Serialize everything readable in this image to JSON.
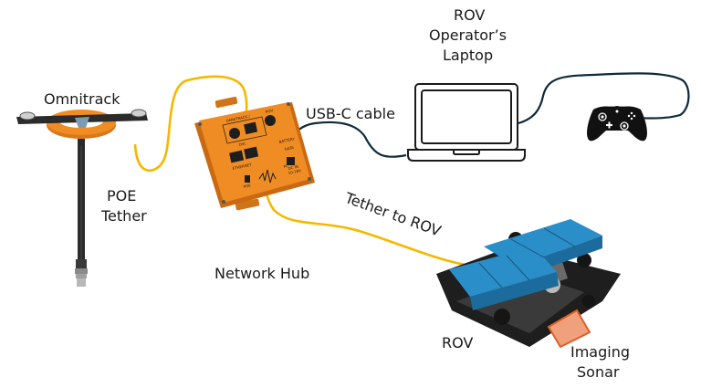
{
  "labels": {
    "omnitrack": "Omnitrack",
    "poe_tether_line1": "POE",
    "poe_tether_line2": "Tether",
    "network_hub": "Network Hub",
    "usb_c_cable": "USB-C cable",
    "laptop_line1": "ROV",
    "laptop_line2": "Operator’s",
    "laptop_line3": "Laptop",
    "tether_to_rov": "Tether to ROV",
    "rov": "ROV",
    "sonar_line1": "Imaging",
    "sonar_line2": "Sonar"
  },
  "hub_port_labels": {
    "omnitrack": "OMNITRACK /",
    "dvl": "DVL",
    "rov": "ROV",
    "ethernet": "ETHERNET",
    "battery": "BATTERY",
    "data": "DATA",
    "pc": "PC",
    "poe": "POE",
    "dc_in_line1": "DC IN",
    "dc_in_line2": "10-18V"
  },
  "colors": {
    "poe_cable": "#f5b800",
    "usb_cable": "#0f2a3a",
    "hub_body": "#e8891c",
    "float_ring": "#e8891c",
    "rov_buoyancy": "#2a8fc9",
    "rov_frame": "#222222",
    "sonar": "#f0a07a",
    "sonar_outline": "#d9602a"
  }
}
